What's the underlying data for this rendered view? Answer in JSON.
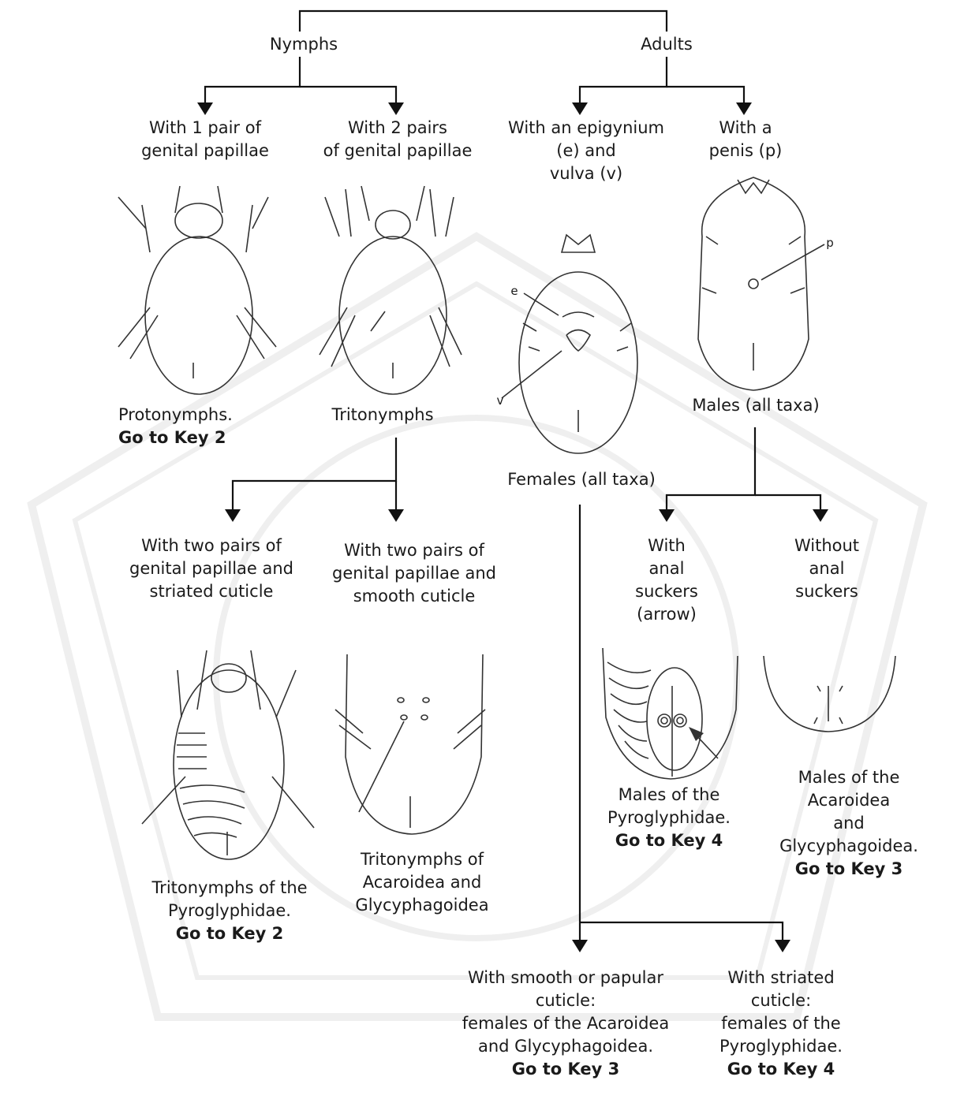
{
  "root": {
    "nymphs": "Nymphs",
    "adults": "Adults"
  },
  "nymphs": {
    "one_pair": [
      "With 1 pair of",
      "genital papillae"
    ],
    "two_pairs": [
      "With 2 pairs",
      "of genital papillae"
    ],
    "protonymphs": "Protonymphs.",
    "protonymphs_key": "Go to Key 2",
    "tritonymphs": "Tritonymphs",
    "striated": [
      "With two pairs of",
      "genital papillae and",
      "striated cuticle"
    ],
    "smooth": [
      "With two pairs of",
      "genital papillae and",
      "smooth cuticle"
    ],
    "trito_pyro": [
      "Tritonymphs of the",
      "Pyroglyphidae."
    ],
    "trito_pyro_key": "Go to Key 2",
    "trito_acaro": [
      "Tritonymphs of",
      "Acaroidea and",
      "Glycyphagoidea"
    ]
  },
  "adults": {
    "epigynium": [
      "With an epigynium",
      "(e) and",
      "vulva (v)"
    ],
    "penis": [
      "With a",
      "penis (p)"
    ],
    "fig_label_e": "e",
    "fig_label_v": "v",
    "fig_label_p": "p",
    "females": "Females (all taxa)",
    "males": "Males (all taxa)",
    "with_suckers": [
      "With",
      "anal",
      "suckers",
      "(arrow)"
    ],
    "without_suckers": [
      "Without",
      "anal",
      "suckers"
    ],
    "males_pyro": [
      "Males of the",
      "Pyroglyphidae."
    ],
    "males_pyro_key": "Go to Key 4",
    "males_acaro": [
      "Males of the",
      "Acaroidea",
      "and",
      "Glycyphagoidea."
    ],
    "males_acaro_key": "Go to Key 3",
    "females_smooth": [
      "With smooth or papular",
      "cuticle:",
      "females of the Acaroidea",
      "and Glycyphagoidea."
    ],
    "females_smooth_key": "Go to Key 3",
    "females_striated": [
      "With striated",
      "cuticle:",
      "females of the",
      "Pyroglyphidae."
    ],
    "females_striated_key": "Go to Key 4"
  },
  "icons": {
    "watermark": "university-seal-watermark",
    "protonymph": "protonymph-mite-drawing",
    "tritonymph": "tritonymph-mite-drawing",
    "female": "female-mite-drawing",
    "male": "male-mite-drawing",
    "striated_trito": "striated-tritonymph-drawing",
    "smooth_trito": "smooth-tritonymph-drawing",
    "anal_suckers": "anal-suckers-drawing",
    "no_suckers": "no-anal-suckers-drawing"
  },
  "colors": {
    "ink": "#111111",
    "watermark": "#ececec"
  }
}
